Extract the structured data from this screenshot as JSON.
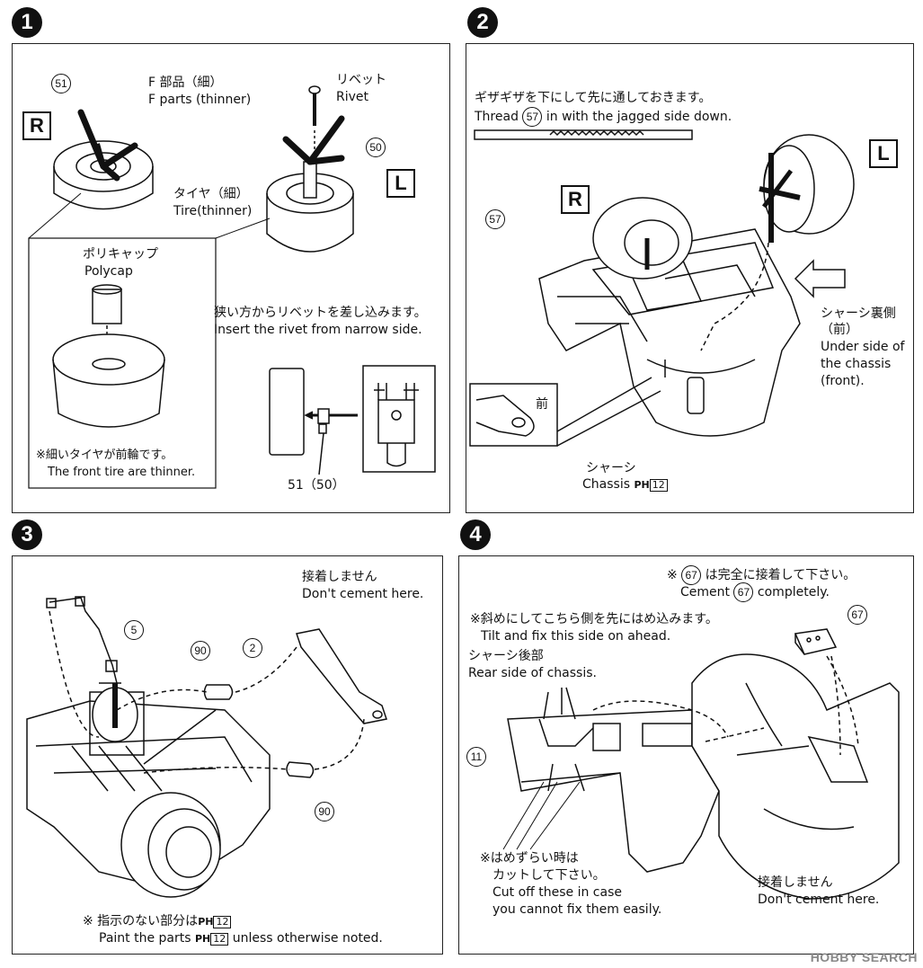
{
  "steps": [
    {
      "number": "1",
      "labels": {
        "part51": "51",
        "part50": "50",
        "f_parts_jp": "F 部品（細）",
        "f_parts_en": "F parts (thinner)",
        "rivet_jp": "リベット",
        "rivet_en": "Rivet",
        "tire_jp": "タイヤ（細）",
        "tire_en": "Tire(thinner)",
        "polycap_jp": "ポリキャップ",
        "polycap_en": "Polycap",
        "insert_jp": "狭い方からリベットを差し込みます。",
        "insert_en": "Insert the rivet from narrow side.",
        "note_jp": "※細いタイヤが前輪です。",
        "note_en": "The front tire are thinner.",
        "ref": "51（50）",
        "side_r": "R",
        "side_l": "L"
      }
    },
    {
      "number": "2",
      "labels": {
        "thread_jp": "ギザギザを下にして先に通しておきます。",
        "thread_en_a": "Thread",
        "thread_part": "57",
        "thread_en_b": "in with the jagged side down.",
        "part57": "57",
        "side_r": "R",
        "side_l": "L",
        "underside_jp_1": "シャーシ裏側",
        "underside_jp_2": "（前）",
        "underside_en_1": "Under side of",
        "underside_en_2": "the chassis",
        "underside_en_3": "(front).",
        "front_jp": "前",
        "chassis_jp": "シャーシ",
        "chassis_en": "Chassis",
        "chassis_color": "PH",
        "chassis_color_num": "12"
      }
    },
    {
      "number": "3",
      "labels": {
        "nocement_jp": "接着しません",
        "nocement_en": "Don't cement here.",
        "part5": "5",
        "part90a": "90",
        "part2": "2",
        "part90b": "90",
        "paint_jp": "※ 指示のない部分は",
        "paint_jp_color": "PH",
        "paint_jp_num": "12",
        "paint_en_a": "Paint the parts",
        "paint_en_color": "PH",
        "paint_en_num": "12",
        "paint_en_b": "unless otherwise noted."
      }
    },
    {
      "number": "4",
      "labels": {
        "cement_jp_a": "※",
        "cement_part": "67",
        "cement_jp_b": "は完全に接着して下さい。",
        "cement_en_a": "Cement",
        "cement_en_b": "completely.",
        "tilt_jp": "※斜めにしてこちら側を先にはめ込みます。",
        "tilt_en": "Tilt and fix this side on ahead.",
        "rear_jp": "シャーシ後部",
        "rear_en": "Rear side of chassis.",
        "part11": "11",
        "part67": "67",
        "cut_jp_1": "※はめずらい時は",
        "cut_jp_2": "カットして下さい。",
        "cut_en_1": "Cut off these in case",
        "cut_en_2": "you cannot fix them easily.",
        "nocement_jp": "接着しません",
        "nocement_en": "Don't cement here."
      }
    }
  ],
  "watermark": "HOBBY SEARCH"
}
